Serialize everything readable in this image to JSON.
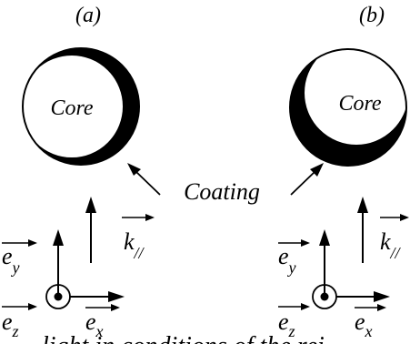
{
  "panels": [
    {
      "label": "(a)",
      "core_label": "Core",
      "k_label": "k",
      "k_subscript": "//",
      "ey_label": "e",
      "ey_subscript": "y",
      "ez_label": "e",
      "ez_subscript": "z",
      "ex_label": "e",
      "ex_subscript": "x",
      "coating_side": "right"
    },
    {
      "label": "(b)",
      "core_label": "Core",
      "k_label": "k",
      "k_subscript": "//",
      "ey_label": "e",
      "ey_subscript": "y",
      "ez_label": "e",
      "ez_subscript": "z",
      "ex_label": "e",
      "ex_subscript": "x",
      "coating_side": "bottom"
    }
  ],
  "coating_label": "Coating",
  "caption_fragment": "light in     conditions of the    rei"
}
